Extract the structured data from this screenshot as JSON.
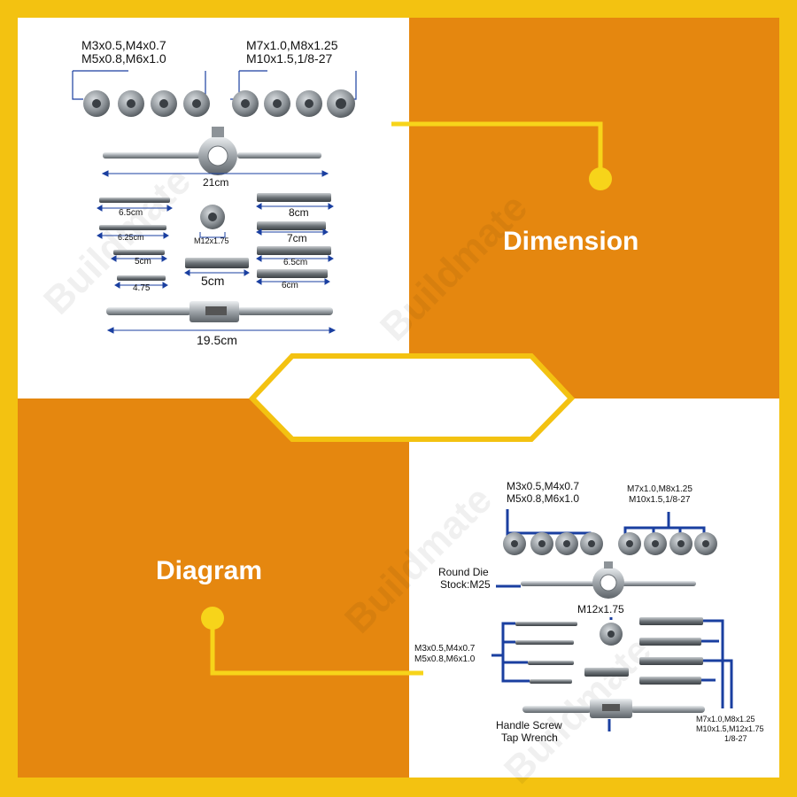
{
  "sections": {
    "dimension": {
      "title": "Dimension",
      "die_group_left": [
        "M3x0.5,M4x0.7",
        "M5x0.8,M6x1.0"
      ],
      "die_group_right": [
        "M7x1.0,M8x1.25",
        "M10x1.5,1/8-27"
      ],
      "die_stock_length": "21cm",
      "left_taps": [
        "6.5cm",
        "6.25cm",
        "5cm",
        "4.75"
      ],
      "center_die": "M12x1.75",
      "center_tap": "5cm",
      "right_taps": [
        "8cm",
        "7cm",
        "6.5cm",
        "6cm"
      ],
      "wrench_length": "19.5cm"
    },
    "diagram": {
      "title": "Diagram",
      "die_group_left": [
        "M3x0.5,M4x0.7",
        "M5x0.8,M6x1.0"
      ],
      "die_group_right": [
        "M7x1.0,M8x1.25",
        "M10x1.5,1/8-27"
      ],
      "die_stock": [
        "Round Die",
        "Stock:M25"
      ],
      "center_die": "M12x1.75",
      "left_taps": [
        "M3x0.5,M4x0.7",
        "M5x0.8,M6x1.0"
      ],
      "wrench": [
        "Handle Screw",
        "Tap Wrench"
      ],
      "right_taps": [
        "M7x1.0,M8x1.25",
        "M10x1.5,M12x1.75",
        "1/8-27"
      ]
    }
  },
  "watermark": "Buildmate",
  "colors": {
    "orange": "#e5870f",
    "yellow": "#f3c211",
    "connector": "#f7d41a",
    "blue_line": "#1a3fa0",
    "metal": "#9aa0a6"
  }
}
